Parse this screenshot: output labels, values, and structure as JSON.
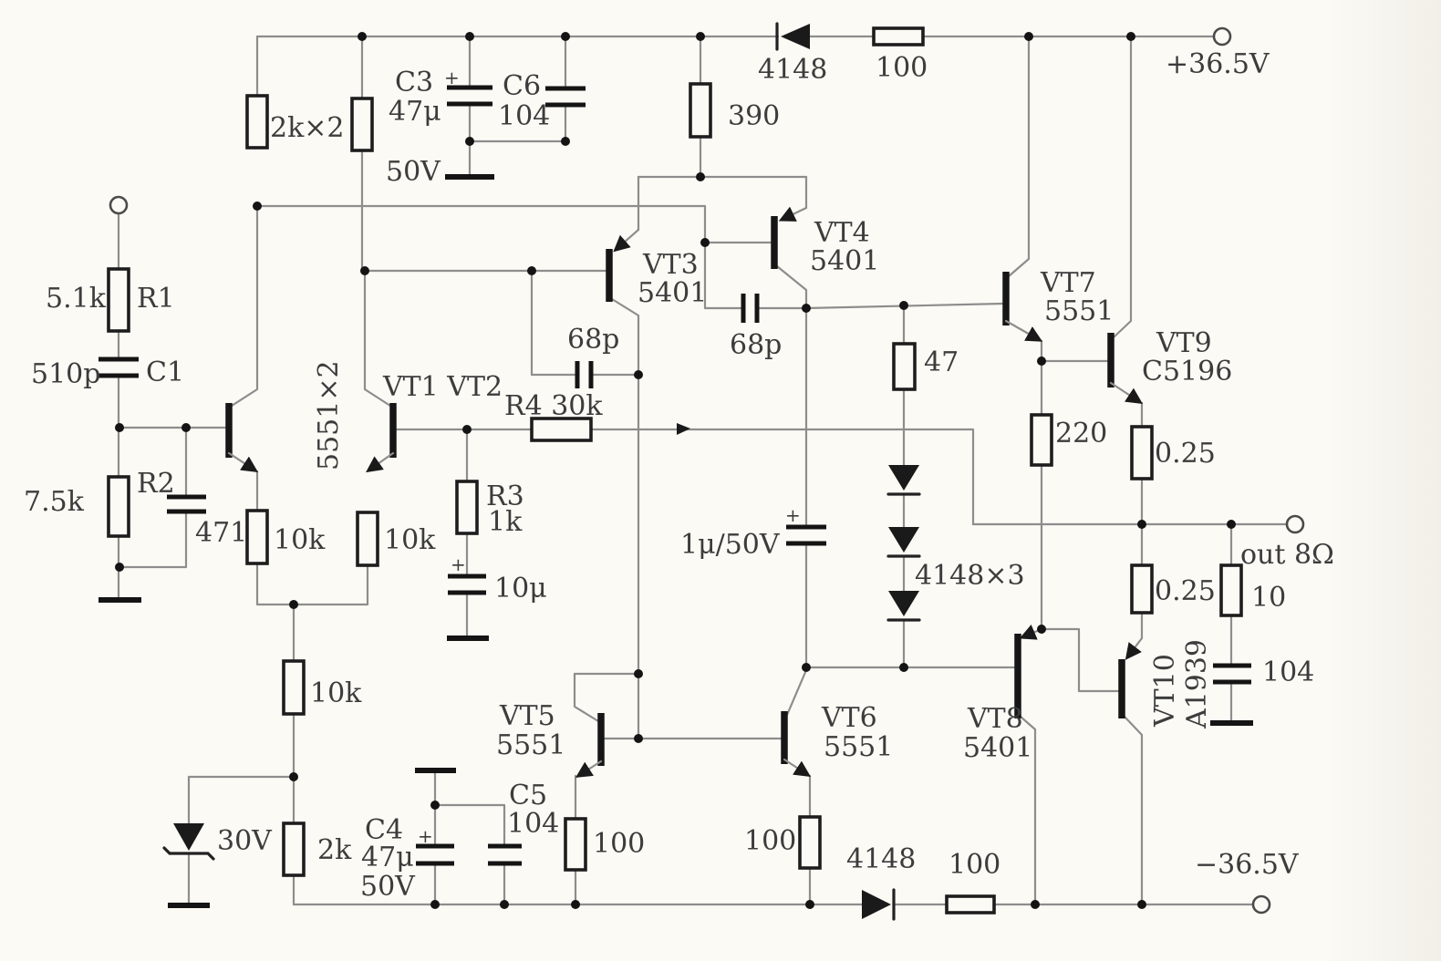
{
  "colors": {
    "paper": "#fbfaf5",
    "ink": "#1d1d1d",
    "wire": "#8d8d8d",
    "text": "#3c3c3c"
  },
  "rails": {
    "vpos": {
      "terminal": "+36.5V",
      "diode": "4148",
      "resistor": "100"
    },
    "vneg": {
      "terminal": "−36.5V",
      "diode": "4148",
      "resistor": "100"
    },
    "output": {
      "terminal": "out 8Ω"
    }
  },
  "input": {
    "r1_value": "5.1k",
    "r1": "R1",
    "c1_value": "510p",
    "c1": "C1",
    "r2_value": "7.5k",
    "r2": "R2",
    "c471": "471"
  },
  "diff_pair": {
    "names": "VT1 VT2",
    "type": "5551×2",
    "load": "2k×2",
    "re1": "10k",
    "re2": "10k",
    "tail": "10k",
    "tail2": "2k",
    "zener": "30V"
  },
  "decoupling_pos": {
    "c3": "C3",
    "c3_value": "47μ",
    "c3_voltage": "50V",
    "c3_plus": "+",
    "c6": "C6",
    "c6_value": "104"
  },
  "decoupling_neg": {
    "c4": "C4",
    "c4_value": "47μ",
    "c4_voltage": "50V",
    "c4_plus": "+",
    "c5": "C5",
    "c5_value": "104"
  },
  "vas": {
    "r390": "390",
    "vt3": "VT3",
    "vt3_type": "5401",
    "vt4": "VT4",
    "vt4_type": "5401",
    "c_miller1": "68p",
    "c_miller2": "68p"
  },
  "bias": {
    "r47": "47",
    "diodes": "4148×3",
    "c_boot": "1μ/50V",
    "c_boot_plus": "+",
    "vt5": "VT5",
    "vt5_type": "5551",
    "vt6": "VT6",
    "vt6_type": "5551",
    "r100_left": "100",
    "r100_right": "100"
  },
  "feedback": {
    "r4": "R4 30k",
    "r3": "R3",
    "r3_value": "1k",
    "c10": "10μ",
    "c10_plus": "+"
  },
  "drivers": {
    "vt7": "VT7",
    "vt7_type": "5551",
    "vt8": "VT8",
    "vt8_type": "5401",
    "r220": "220"
  },
  "output_stage": {
    "vt9": "VT9",
    "vt9_type": "C5196",
    "vt10": "VT10",
    "vt10_type": "A1939",
    "re_top": "0.25",
    "re_bot": "0.25",
    "zobel_r": "10",
    "zobel_c": "104"
  }
}
